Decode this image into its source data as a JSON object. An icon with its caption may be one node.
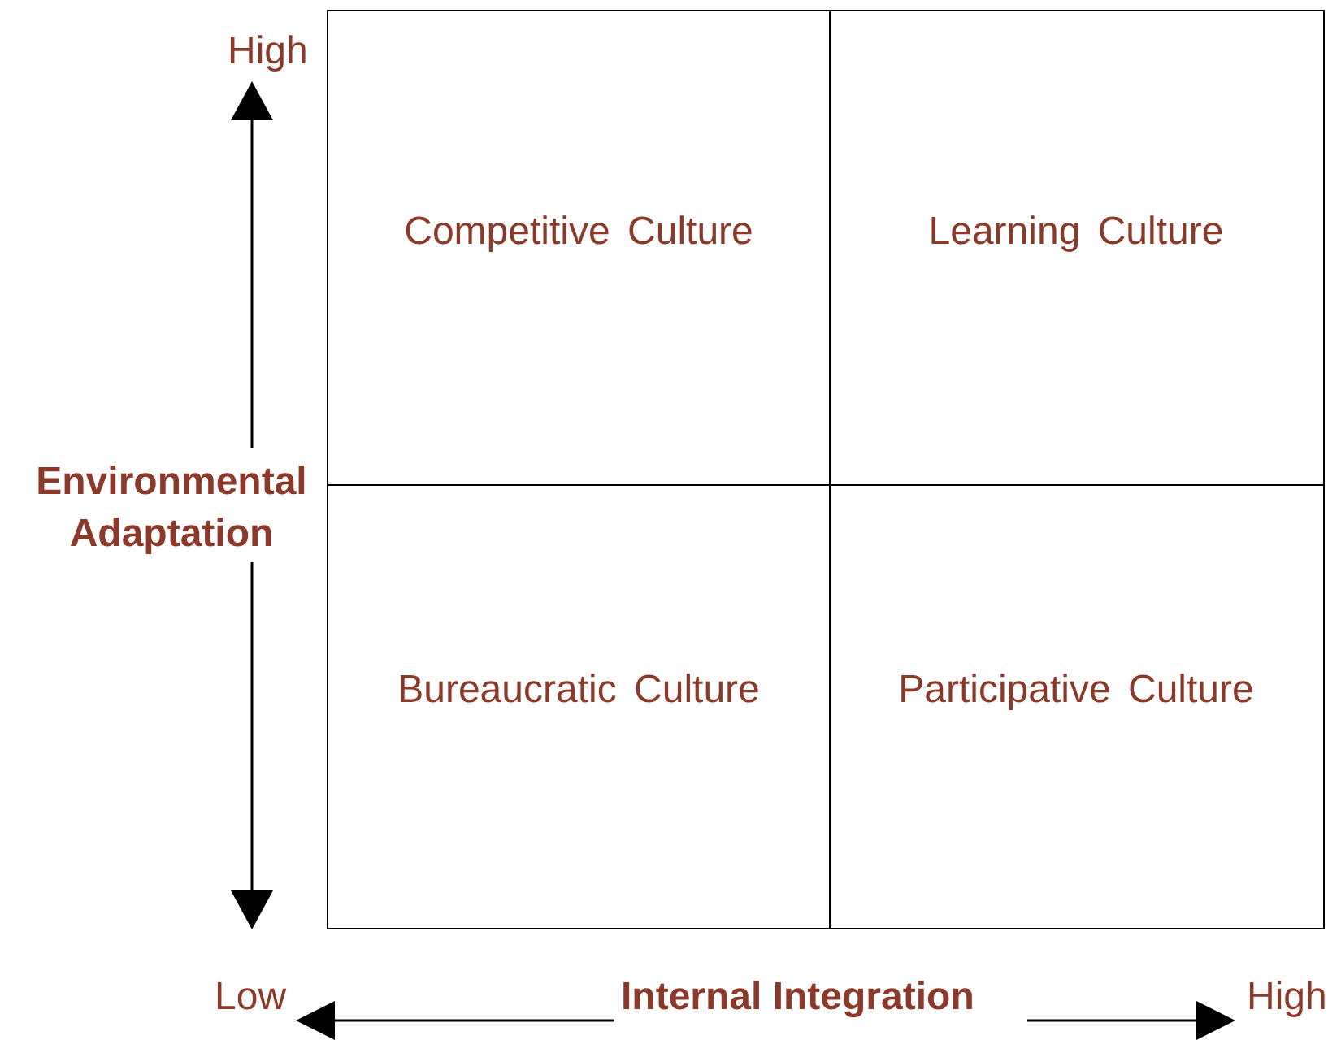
{
  "diagram": {
    "nodes": [
      {
        "text": [
          "Competitive Culture"
        ]
      },
      {
        "text": [
          "Learning Culture"
        ]
      },
      {
        "text": [
          "Bureaucratic Culture"
        ]
      },
      {
        "text": [
          "Participative Culture"
        ]
      }
    ],
    "labels": [
      "High",
      "Environmental Adaptation",
      "Low",
      "Internal Integration",
      "High"
    ]
  }
}
